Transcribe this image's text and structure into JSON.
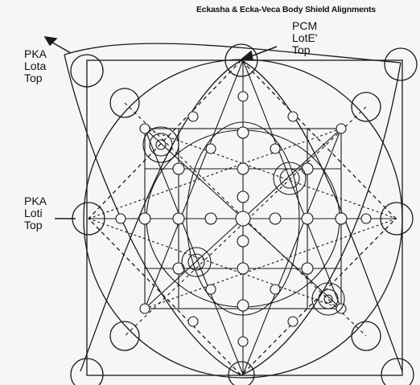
{
  "title": "Eckasha & Ecka-Veca Body Shield Alignments",
  "labels": {
    "pka_lota": [
      "PKA",
      "Lota",
      "Top"
    ],
    "pcm_lote": [
      "PCM",
      "LotE'",
      "Top"
    ],
    "pka_loti": [
      "PKA",
      "Loti",
      "Top"
    ]
  },
  "colors": {
    "ink": "#1a1a1a",
    "paper": "#f6f6f4"
  }
}
